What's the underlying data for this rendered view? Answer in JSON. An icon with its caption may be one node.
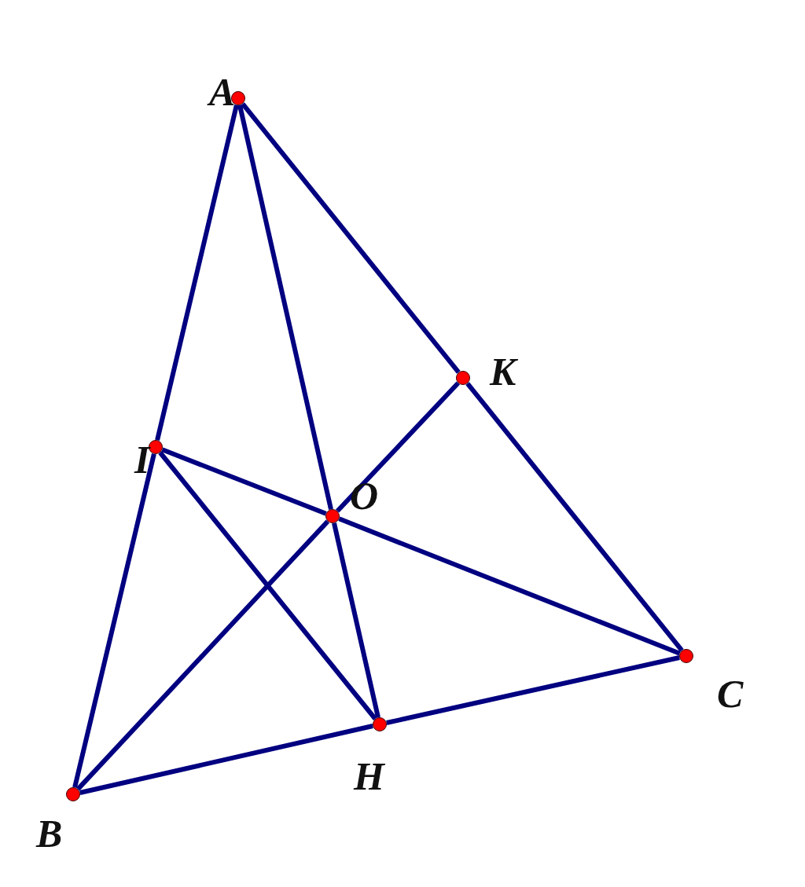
{
  "diagram": {
    "nodes": [
      {
        "text": [
          "A"
        ]
      },
      {
        "text": [
          "B"
        ]
      },
      {
        "text": [
          "C"
        ]
      },
      {
        "text": [
          "H"
        ]
      },
      {
        "text": [
          "I"
        ]
      },
      {
        "text": [
          "K"
        ]
      },
      {
        "text": [
          "O"
        ]
      }
    ],
    "edges": [
      {
        "from": 0,
        "to": 4,
        "arrow": "none"
      },
      {
        "from": 4,
        "to": 1,
        "arrow": "none"
      },
      {
        "from": 0,
        "to": 5,
        "arrow": "none"
      },
      {
        "from": 5,
        "to": 2,
        "arrow": "none"
      },
      {
        "from": 1,
        "to": 3,
        "arrow": "none"
      },
      {
        "from": 3,
        "to": 2,
        "arrow": "none"
      },
      {
        "from": 0,
        "to": 6,
        "arrow": "none"
      },
      {
        "from": 6,
        "to": 3,
        "arrow": "none"
      },
      {
        "from": 4,
        "to": 6,
        "arrow": "none"
      },
      {
        "from": 6,
        "to": 2,
        "arrow": "none"
      },
      {
        "from": 1,
        "to": 6,
        "arrow": "none"
      },
      {
        "from": 6,
        "to": 5,
        "arrow": "none"
      },
      {
        "from": 4,
        "to": 3,
        "arrow": "none"
      }
    ]
  }
}
